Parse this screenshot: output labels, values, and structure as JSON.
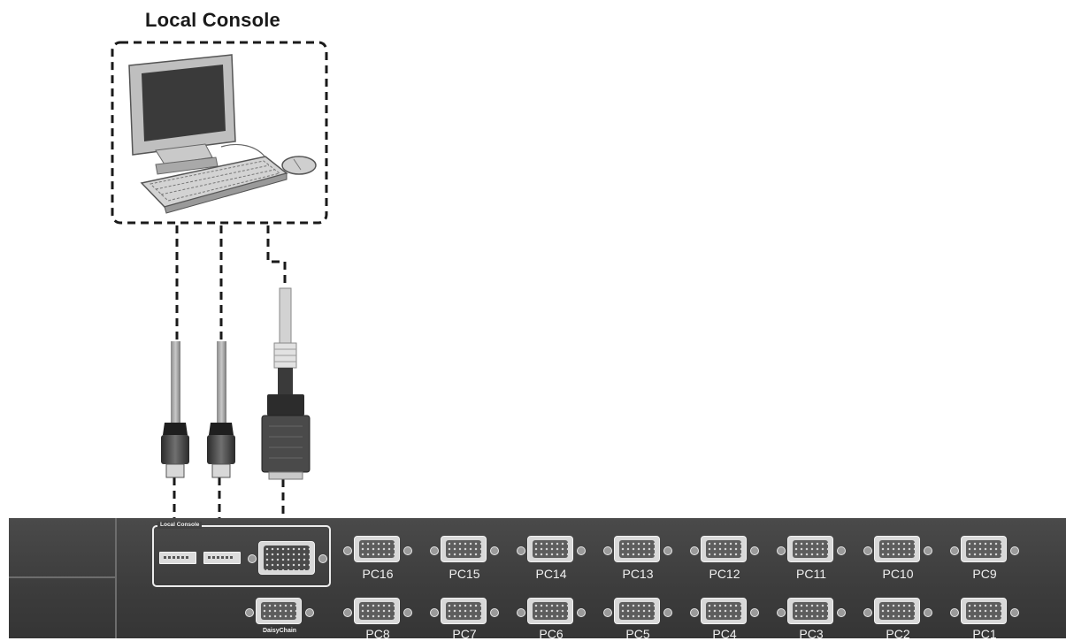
{
  "title": "Local Console",
  "panel": {
    "local_console_label": "Local Console",
    "daisy_chain_label": "DaisyChain",
    "ports_top": [
      "PC16",
      "PC15",
      "PC14",
      "PC13",
      "PC12",
      "PC11",
      "PC10",
      "PC9"
    ],
    "ports_bottom": [
      "PC8",
      "PC7",
      "PC6",
      "PC5",
      "PC4",
      "PC3",
      "PC2",
      "PC1"
    ]
  },
  "icons": [
    "monitor-icon",
    "keyboard-icon",
    "mouse-icon",
    "usb-plug-icon",
    "vga-plug-icon",
    "usb-port-icon",
    "vga-port-icon"
  ],
  "colors": {
    "panel": "#3f3f3f",
    "cable": "#b0b0b0",
    "frame": "#1a1a1a"
  }
}
